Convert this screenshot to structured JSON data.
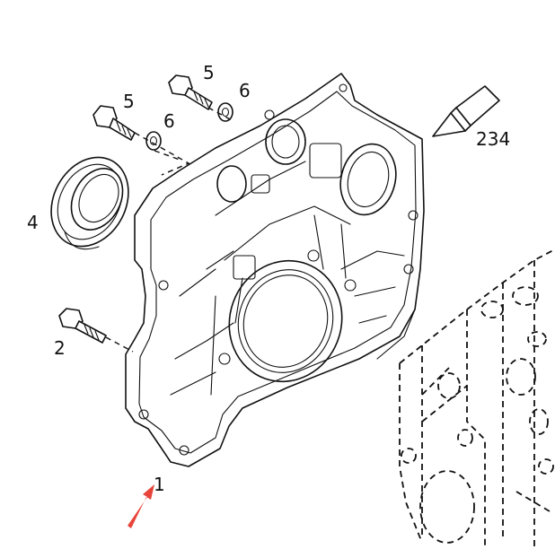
{
  "diagram": {
    "callouts": [
      {
        "id": "c1",
        "label": "1"
      },
      {
        "id": "c2",
        "label": "2"
      },
      {
        "id": "c4",
        "label": "4"
      },
      {
        "id": "c5a",
        "label": "5"
      },
      {
        "id": "c5b",
        "label": "5"
      },
      {
        "id": "c6a",
        "label": "6"
      },
      {
        "id": "c6b",
        "label": "6"
      },
      {
        "id": "c234",
        "label": "234"
      }
    ],
    "arrow_color": "#e8443a"
  }
}
